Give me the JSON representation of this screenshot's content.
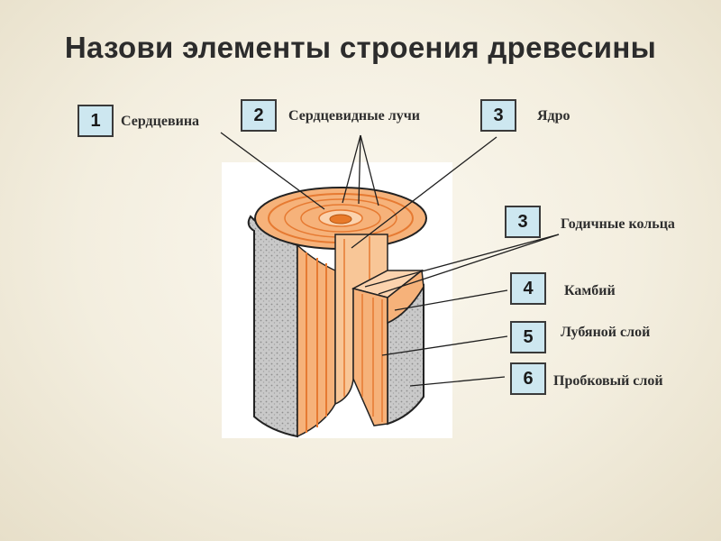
{
  "title": "Назови элементы строения древесины",
  "items": [
    {
      "num": "1",
      "label": "Сердцевина"
    },
    {
      "num": "2",
      "label": "Сердцевидные лучи"
    },
    {
      "num": "3",
      "label": "Ядро"
    },
    {
      "num": "3",
      "label": "Годичные кольца"
    },
    {
      "num": "4",
      "label": "Камбий"
    },
    {
      "num": "5",
      "label": "Лубяной слой"
    },
    {
      "num": "6",
      "label": "Пробковый слой"
    }
  ],
  "colors": {
    "wood": "#f6b27a",
    "wood_dark": "#e67a32",
    "bark": "#bdbdbd",
    "box_fill": "#cde7f0"
  }
}
